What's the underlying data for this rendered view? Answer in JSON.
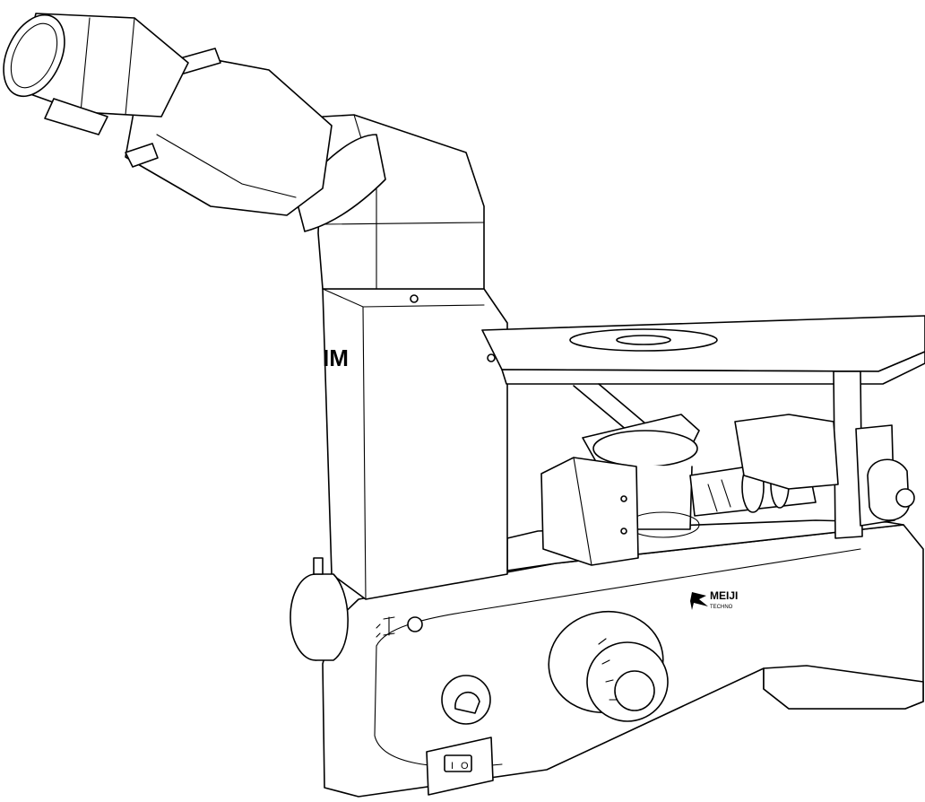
{
  "figure": {
    "type": "line-drawing",
    "subject": "inverted-metallurgical-microscope",
    "line_color": "#000000",
    "background": "#ffffff"
  },
  "labels": {
    "model_mark": "IM",
    "brand_line1": "MEIJI",
    "brand_line2": "TECHNO",
    "power_switch_on": "I",
    "power_switch_off": "O"
  }
}
